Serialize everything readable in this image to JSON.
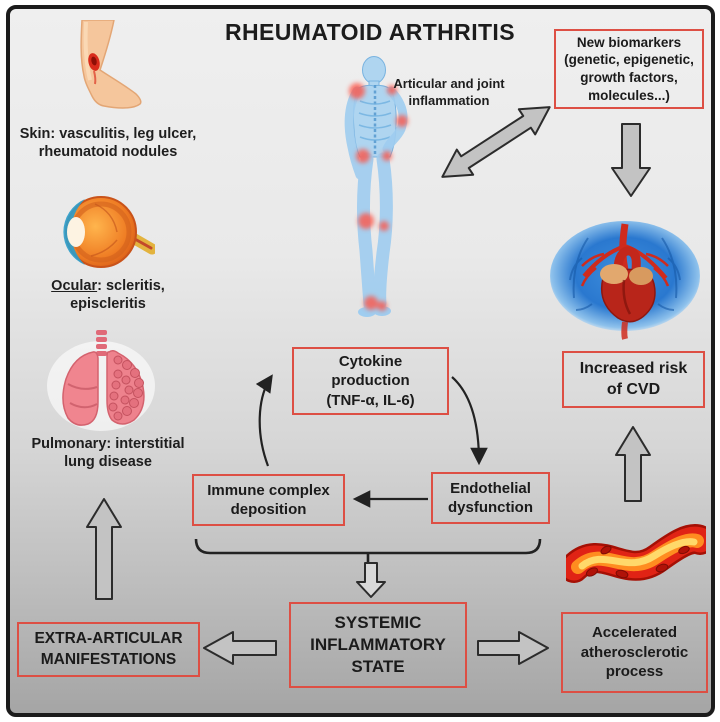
{
  "title": "RHEUMATOID ARTHRITIS",
  "body_figure": {
    "icon": "human-body-joint-inflammation-icon",
    "caption": "Articular and joint\ninflammation"
  },
  "left_column": {
    "skin": {
      "icon": "leg-ulcer-icon",
      "label": "Skin: vasculitis, leg ulcer,\nrheumatoid nodules"
    },
    "ocular": {
      "icon": "eye-anatomy-icon",
      "term": "Ocular",
      "rest": ": scleritis,\nepiscleritis"
    },
    "pulmonary": {
      "icon": "lungs-icon",
      "label": "Pulmonary: interstitial\nlung disease"
    }
  },
  "right_column": {
    "heart_icon": "heart-cardiovascular-icon",
    "artery_icon": "atherosclerotic-artery-icon"
  },
  "boxes": {
    "new_biomarkers": {
      "label": "New biomarkers\n(genetic, epigenetic,\ngrowth factors,\nmolecules...)"
    },
    "cytokine_production": {
      "label": "Cytokine\nproduction\n(TNF-α, IL-6)"
    },
    "immune_complex": {
      "label": "Immune complex\ndeposition"
    },
    "endothelial_dysfunction": {
      "label": "Endothelial\ndysfunction"
    },
    "increased_cvd_risk": {
      "label": "Increased risk\nof CVD"
    },
    "systemic_inflammatory_state": {
      "label": "SYSTEMIC\nINFLAMMATORY\nSTATE"
    },
    "extra_articular_manifestations": {
      "label": "EXTRA-ARTICULAR\nMANIFESTATIONS"
    },
    "accelerated_atherosclerosis": {
      "label": "Accelerated\natherosclerotic\nprocess"
    }
  },
  "colors": {
    "box_border": "#dd4f44",
    "arrow_fill": "#c3c3c3",
    "arrow_outline": "#2c2c2c",
    "background_top": "#efefef",
    "background_bottom": "#a5a5a5",
    "frame_border": "#1b1b1b",
    "text": "#1b1b1b"
  }
}
